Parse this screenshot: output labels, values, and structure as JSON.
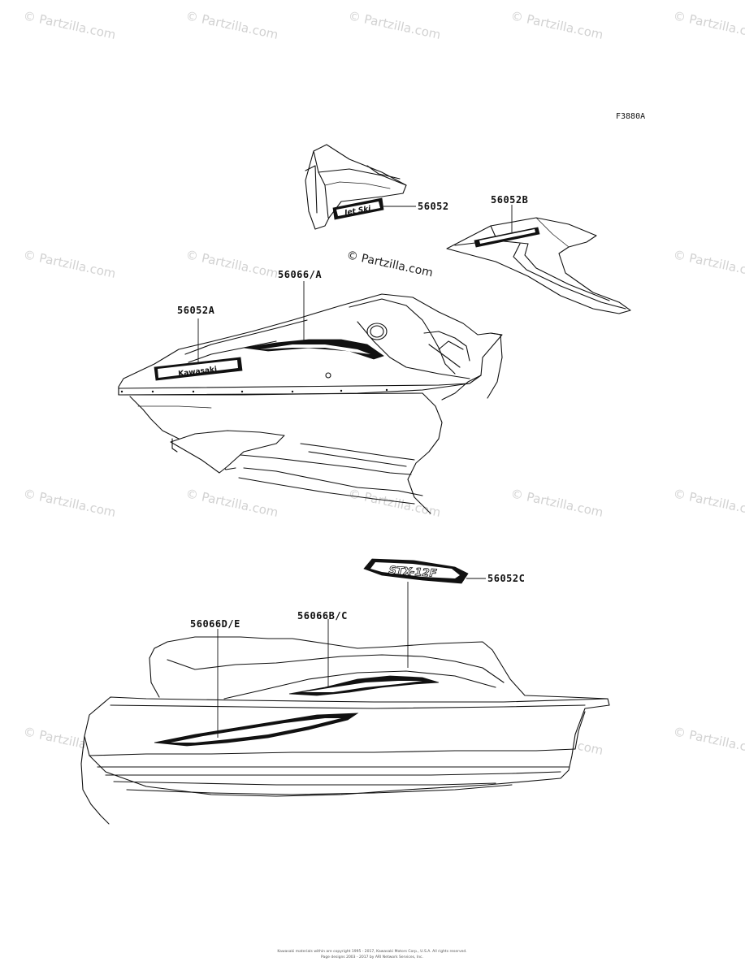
{
  "figure_id": "F3880A",
  "watermark": "© Partzilla.com",
  "callouts": {
    "top_cover": "56052",
    "side_panel": "56052B",
    "deck_left_label": "56052A",
    "deck_stripe": "56066/A",
    "gtx_emblem": "56052C",
    "hull_stripe_lower": "56066D/E",
    "hull_stripe_upper": "56066B/C"
  },
  "decal_text": {
    "jetski": "Jet Ski",
    "kawasaki": "Kawasaki",
    "gtx": "STX-12F"
  },
  "footer": {
    "line1": "Kawasaki materials within are copyright 1995 - 2017, Kawasaki Motors Corp., U.S.A. All rights reserved.",
    "line2": "Page designs 2003 - 2017 by ARI Network Services, Inc."
  }
}
